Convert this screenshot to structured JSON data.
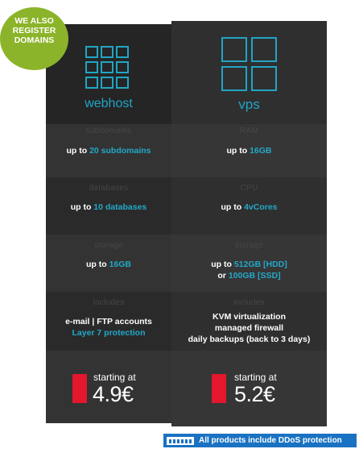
{
  "badge": {
    "line1": "WE ALSO",
    "line2": "REGISTER",
    "line3": "DOMAINS",
    "color": "#8cb42a"
  },
  "plans": {
    "webhost": {
      "name": "webhost",
      "features": [
        {
          "label": "subdomains",
          "value_pre": "up to ",
          "value_hl": "20 subdomains",
          "value_post": ""
        },
        {
          "label": "databases",
          "value_pre": "up to ",
          "value_hl": "10 databases",
          "value_post": ""
        },
        {
          "label": "storage",
          "value_pre": "up to ",
          "value_hl": "16GB",
          "value_post": ""
        },
        {
          "label": "includes",
          "line1": "e-mail | FTP accounts",
          "line2_hl": "Layer 7 protection"
        }
      ],
      "price_label": "starting at",
      "price": "4.9€"
    },
    "vps": {
      "name": "vps",
      "features": [
        {
          "label": "RAM",
          "value_pre": "up to ",
          "value_hl": "16GB",
          "value_post": ""
        },
        {
          "label": "CPU",
          "value_pre": "up to ",
          "value_hl": "4vCores",
          "value_post": ""
        },
        {
          "label": "storage",
          "line1_pre": "up to ",
          "line1_hl": "512GB [HDD]",
          "line2_pre": "or ",
          "line2_hl": "100GB [SSD]"
        },
        {
          "label": "includes",
          "line1": "KVM virtualization",
          "line2": "managed firewall",
          "line3": "daily backups (back to 3 days)"
        }
      ],
      "price_label": "starting at",
      "price": "5.2€"
    }
  },
  "ddos_notice": "All products include DDoS protection",
  "colors": {
    "accent": "#22a8c8",
    "price_bar": "#e4172c",
    "ddos_bg": "#1a72c2"
  },
  "icons": {
    "webhost": "grid-3x3-icon",
    "vps": "grid-2x2-icon",
    "ddos": "battery-shield-icon"
  }
}
